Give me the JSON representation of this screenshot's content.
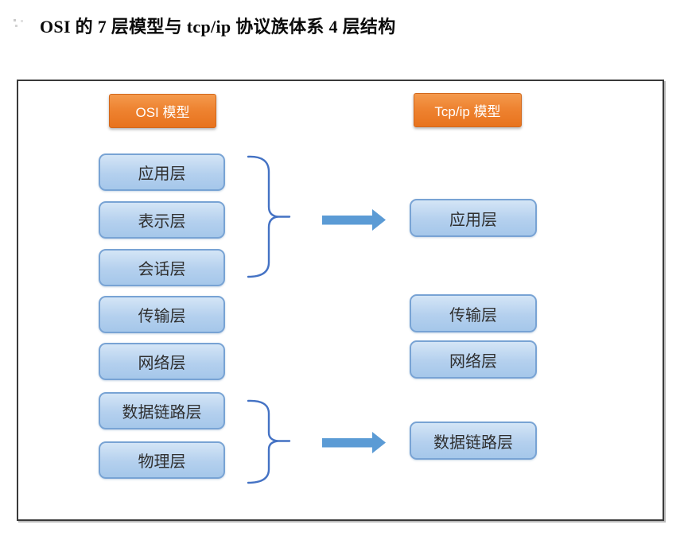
{
  "page": {
    "title": "OSI 的 7 层模型与 tcp/ip 协议族体系 4 层结构"
  },
  "diagram": {
    "osi": {
      "header": "OSI 模型",
      "layers": [
        "应用层",
        "表示层",
        "会话层",
        "传输层",
        "网络层",
        "数据链路层",
        "物理层"
      ]
    },
    "tcpip": {
      "header": "Tcp/ip 模型",
      "layers": [
        "应用层",
        "传输层",
        "网络层",
        "数据链路层"
      ]
    },
    "colors": {
      "header_orange": "#ED7D31",
      "layer_blue_fill_top": "#D4E5F6",
      "layer_blue_fill_bottom": "#A5C7EA",
      "layer_blue_border": "#78A3D4",
      "arrow_blue": "#5B9BD5",
      "brace_blue": "#4472C4",
      "frame_border": "#3A3A3A"
    }
  }
}
